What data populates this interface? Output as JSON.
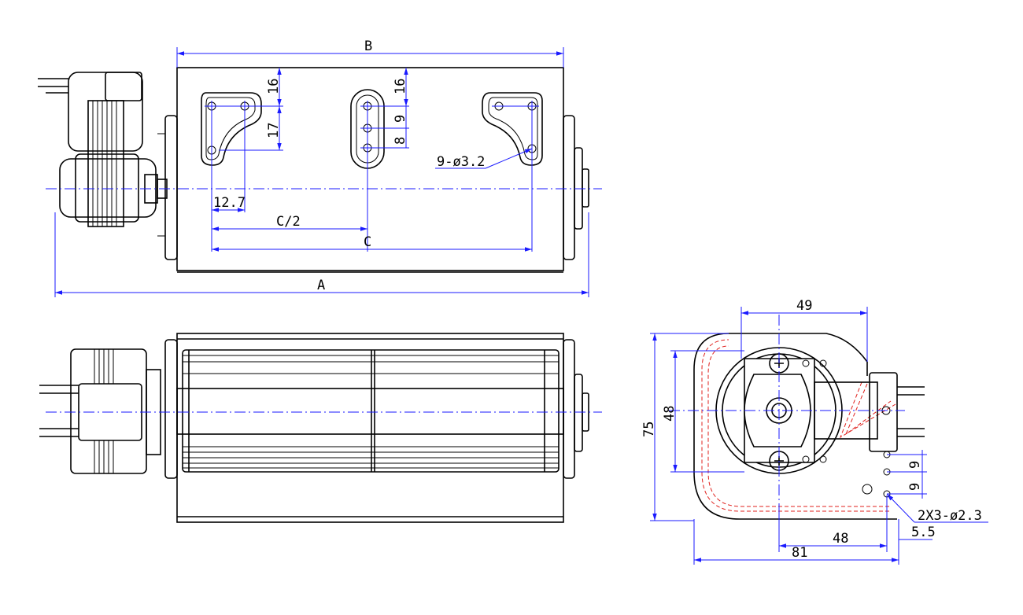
{
  "top_view": {
    "dim_A": "A",
    "dim_B": "B",
    "dim_C": "C",
    "dim_C_half": "C/2",
    "hole_pitch_x": "12.7",
    "top_offset_left": "16",
    "vertical_spacing_left": "17",
    "top_offset_center": "16",
    "spacing_center_1": "9",
    "spacing_center_2": "8",
    "hole_callout": "9-ø3.2"
  },
  "end_view": {
    "width_49": "49",
    "height_75": "75",
    "height_48": "48",
    "bottom_48": "48",
    "width_81": "81",
    "spacing_9_a": "9",
    "spacing_9_b": "9",
    "offset_5_5": "5.5",
    "hole_callout": "2X3-ø2.3"
  }
}
